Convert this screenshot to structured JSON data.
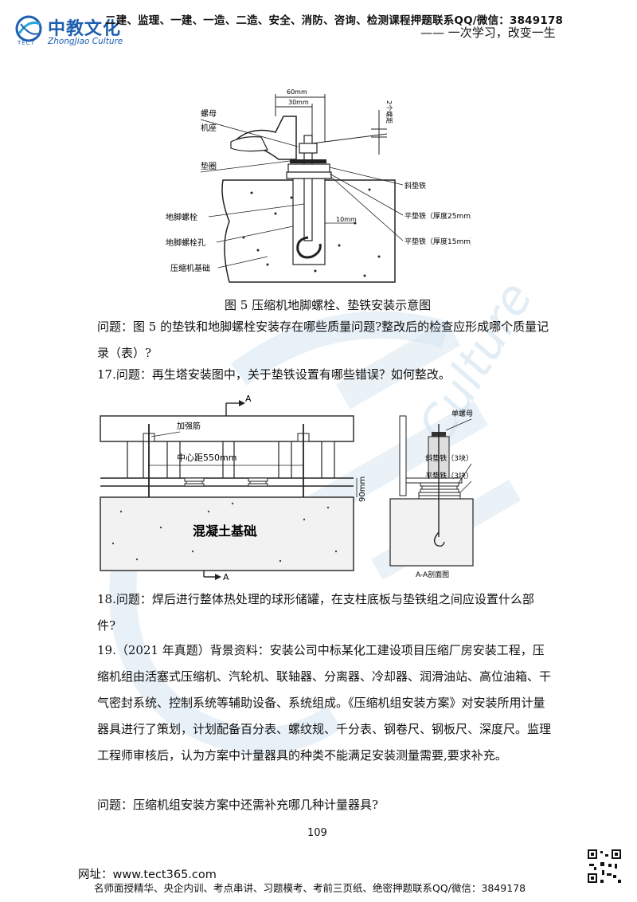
{
  "header": {
    "logo_cn": "中教文化",
    "logo_en": "ZhongJiao Culture",
    "logo_tect": "TECT",
    "contact": "二建、监理、一建、一造、二造、安全、消防、咨询、检测课程押题联系QQ/微信：3849178",
    "slogan": "—— 一次学习，改变一生"
  },
  "figure5": {
    "labels": {
      "nut": "螺母",
      "base": "机座",
      "washer": "垫圈",
      "anchor_bolt": "地脚螺栓",
      "bolt_hole": "地脚螺栓孔",
      "foundation": "压缩机基础",
      "inclined_shim": "斜垫铁",
      "flat_shim_25": "平垫铁（厚度25mm）",
      "flat_shim_15": "平垫铁（厚度15mm）",
      "dim_60": "60mm",
      "dim_30": "30mm",
      "dim_10": "10mm",
      "dim_thread": "2个螺距"
    },
    "caption": "图 5  压缩机地脚螺栓、垫铁安装示意图"
  },
  "paragraphs": {
    "q16": "问题：图 5 的垫铁和地脚螺栓安装存在哪些质量问题?整改后的检查应形成哪个质量记录（表）?",
    "q17": "17.问题：再生塔安装图中，关于垫铁设置有哪些错误？如何整改。",
    "q18": "18.问题：焊后进行整体热处理的球形储罐，在支柱底板与垫铁组之间应设置什么部件?",
    "q19": "19.（2021 年真题）背景资料：安装公司中标某化工建设项目压缩厂房安装工程，压缩机组由活塞式压缩机、汽轮机、联轴器、分离器、冷却器、润滑油站、高位油箱、干气密封系统、控制系统等辅助设备、系统组成。《压缩机组安装方案》对安装所用计量器具进行了策划，计划配备百分表、螺纹规、千分表、钢卷尺、钢板尺、深度尺。监理工程师审核后，认为方案中计量器具的种类不能满足安装测量需要,要求补充。",
    "q19_question": "问题：压缩机组安装方案中还需补充哪几种计量器具?"
  },
  "figure17": {
    "labels": {
      "section_a_top": "A",
      "section_a_bottom": "A",
      "stiffener": "加强筋",
      "center_distance": "中心距550mm",
      "dim_90": "90mm",
      "concrete": "混凝土基础",
      "single_nut": "单螺母",
      "inclined_shim": "斜垫铁（3块）",
      "flat_shim": "平垫铁（3块）",
      "section_title": "A-A剖面图"
    }
  },
  "page_number": "109",
  "footer": {
    "url": "网址：www.tect365.com",
    "slogan": "名师面授精华、央企内训、考点串讲、习题模考、考前三页纸、绝密押题联系QQ/微信：3849178"
  },
  "colors": {
    "brand_blue": "#1d5fb0",
    "watermark": "#d6e6f2"
  }
}
